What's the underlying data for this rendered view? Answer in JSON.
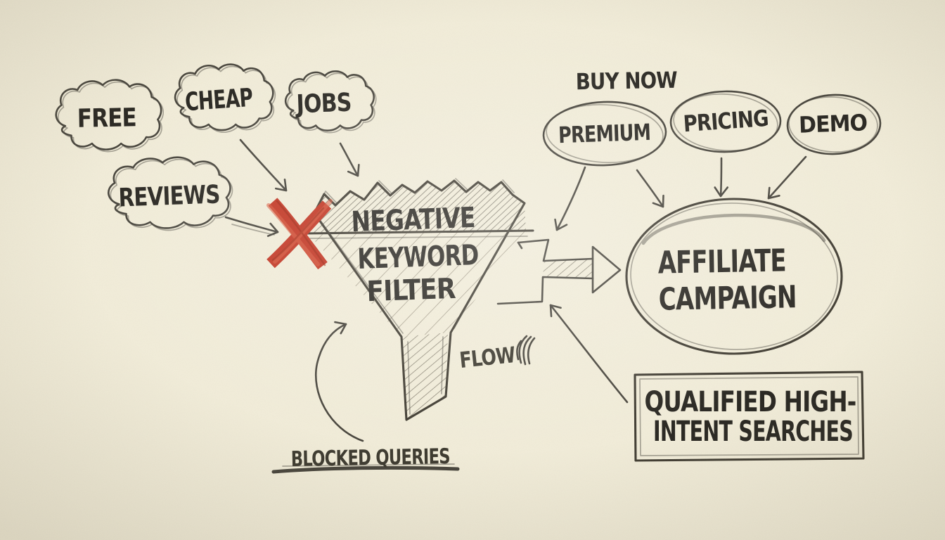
{
  "colors": {
    "paper": "#f2edda",
    "ink": "#272520",
    "pencil": "#47443c",
    "red": "#c23320"
  },
  "blocked_terms": [
    {
      "label": "FREE"
    },
    {
      "label": "CHEAP"
    },
    {
      "label": "JOBS"
    },
    {
      "label": "REVIEWS"
    }
  ],
  "funnel": {
    "label_lines": [
      "NEGATIVE",
      "KEYWORD",
      "FILTER"
    ]
  },
  "annotations": {
    "buy_now": "BUY NOW",
    "flow": "FLOW",
    "blocked_queries": "BLOCKED QUERIES"
  },
  "intent_terms": [
    {
      "label": "PREMIUM"
    },
    {
      "label": "PRICING"
    },
    {
      "label": "DEMO"
    }
  ],
  "campaign": {
    "label_lines": [
      "AFFILIATE",
      "CAMPAIGN"
    ]
  },
  "qualified_box": {
    "label_lines": [
      "QUALIFIED HIGH-",
      "INTENT SEARCHES"
    ]
  }
}
